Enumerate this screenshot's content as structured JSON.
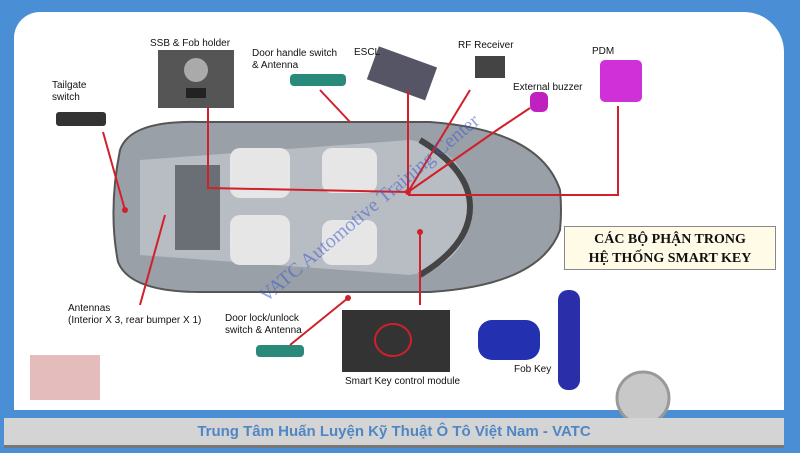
{
  "title": {
    "line1": "CÁC BỘ PHẬN TRONG",
    "line2": "HỆ THỐNG SMART KEY"
  },
  "labels": {
    "tailgate": [
      "Tailgate",
      "switch"
    ],
    "ssb": "SSB & Fob holder",
    "door_handle": [
      "Door handle switch",
      "& Antenna"
    ],
    "escl": "ESCL",
    "rf": "RF Receiver",
    "buzzer": "External buzzer",
    "pdm": "PDM",
    "antennas": [
      "Antennas",
      "(Interior X 3, rear bumper X 1)"
    ],
    "door_lock": [
      "Door lock/unlock",
      "switch & Antenna"
    ],
    "module": "Smart Key control module",
    "fob": "Fob Key"
  },
  "watermark": "VATC Automotive Training Center",
  "footer": "Trung  Tâm Huấn Luyện Kỹ Thuật Ô Tô Việt Nam - VATC",
  "colors": {
    "frame": "#4a8fd6",
    "line": "#d0202a",
    "footer_text": "#4f86c4"
  }
}
